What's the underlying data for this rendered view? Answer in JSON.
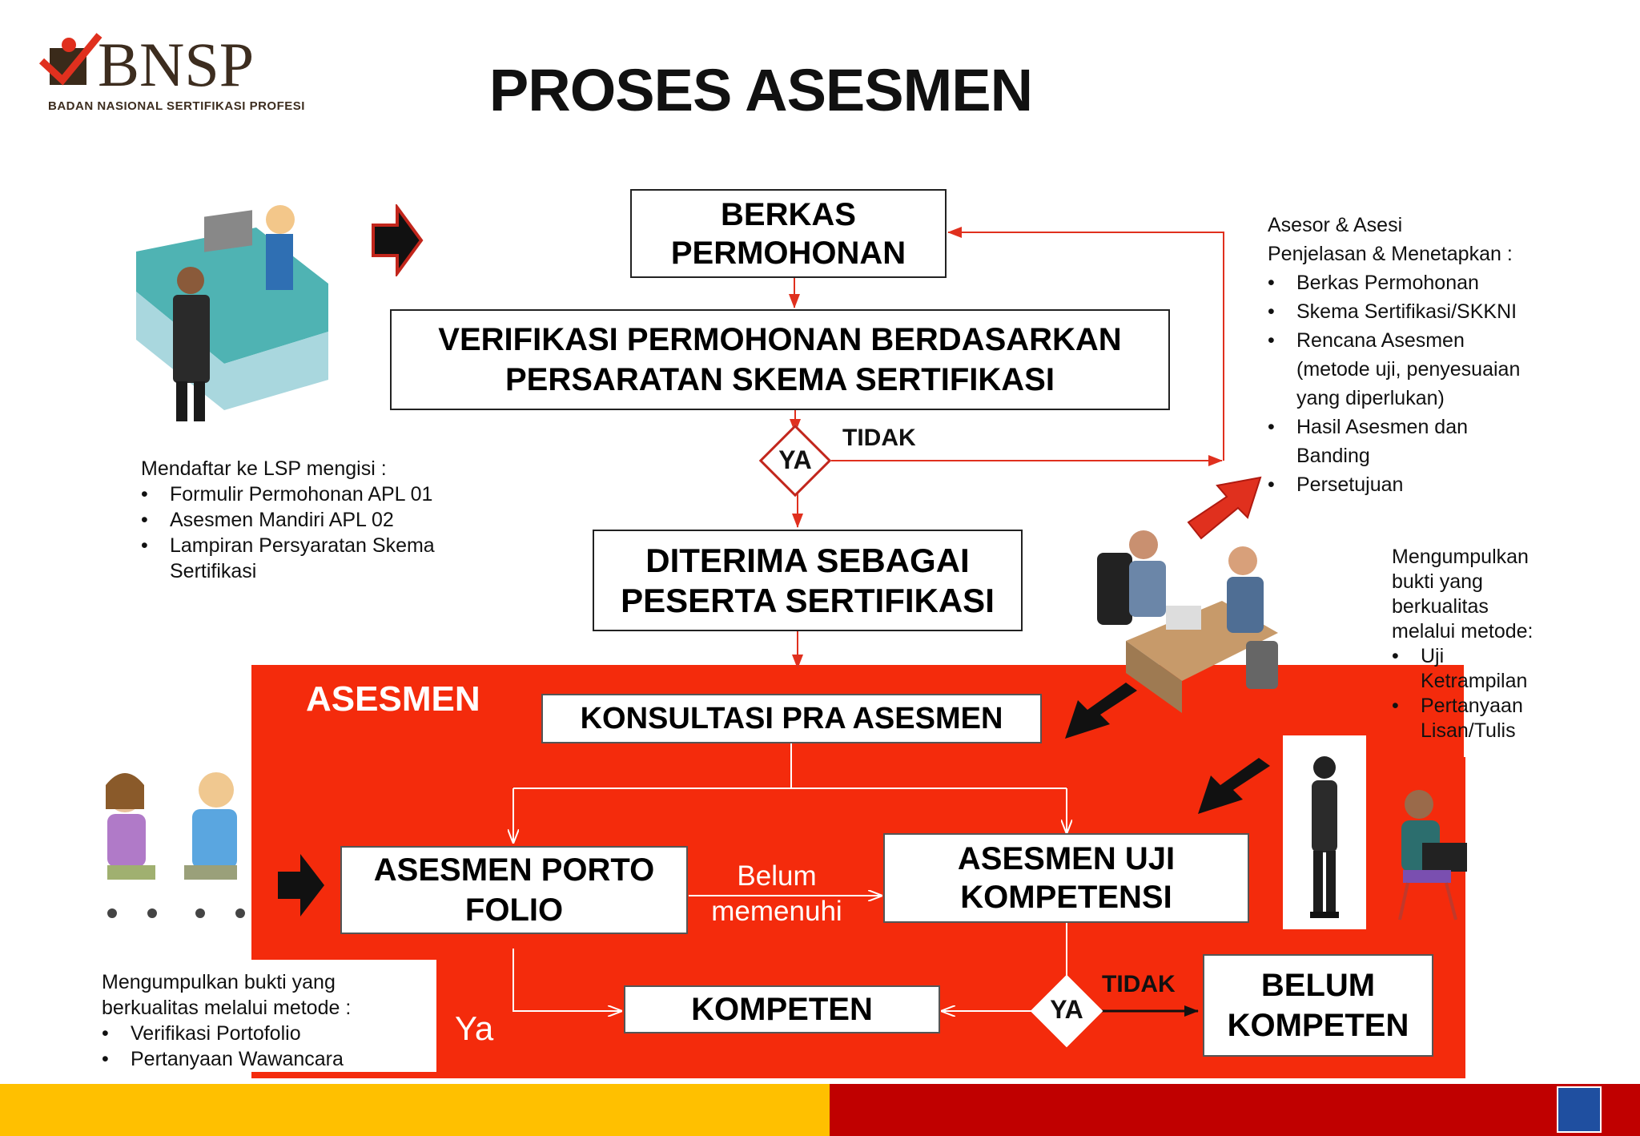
{
  "logo": {
    "name": "BNSP",
    "subtitle": "BADAN NASIONAL SERTIFIKASI PROFESI"
  },
  "title": "PROSES ASESMEN",
  "boxes": {
    "berkas": [
      "BERKAS",
      "PERMOHONAN"
    ],
    "verifikasi": [
      "VERIFIKASI PERMOHONAN BERDASARKAN",
      "PERSARATAN SKEMA SERTIFIKASI"
    ],
    "diterima": [
      "DITERIMA SEBAGAI",
      "PESERTA SERTIFIKASI"
    ],
    "konsultasi": "KONSULTASI PRA ASESMEN",
    "porto": [
      "ASESMEN PORTO",
      "FOLIO"
    ],
    "uji": [
      "ASESMEN UJI",
      "KOMPETENSI"
    ],
    "kompeten": "KOMPETEN",
    "belum": [
      "BELUM",
      "KOMPETEN"
    ]
  },
  "decisions": {
    "ya1": "YA",
    "tidak1": "TIDAK",
    "ya2": "YA",
    "tidak2": "TIDAK"
  },
  "labels": {
    "asesmen": "ASESMEN",
    "belum_memenuhi": [
      "Belum",
      "memenuhi"
    ],
    "ya_lower": "Ya"
  },
  "notes": {
    "mendaftar": {
      "heading": "Mendaftar ke LSP mengisi :",
      "items": [
        "Formulir Permohonan APL 01",
        "Asesmen Mandiri APL 02",
        "Lampiran Persyaratan Skema Sertifikasi"
      ]
    },
    "asesor": {
      "heading1": "Asesor & Asesi",
      "heading2": "Penjelasan & Menetapkan :",
      "items": [
        "Berkas Permohonan",
        "Skema Sertifikasi/SKKNI",
        "Rencana Asesmen (metode uji, penyesuaian yang diperlukan)",
        "Hasil Asesmen dan Banding",
        "Persetujuan"
      ]
    },
    "mengumpulkan_right": {
      "heading": "Mengumpulkan bukti yang berkualitas melalui metode:",
      "items": [
        "Uji Ketrampilan",
        "Pertanyaan Lisan/Tulis"
      ]
    },
    "mengumpulkan_left": {
      "heading": "Mengumpulkan bukti yang berkualitas melalui metode :",
      "items": [
        "Verifikasi Portofolio",
        "Pertanyaan Wawancara"
      ]
    }
  },
  "colors": {
    "accent_red": "#f42b0c",
    "arrow_red": "#e0301e",
    "footer_yellow": "#ffc000",
    "footer_red": "#c00000",
    "text": "#000000"
  }
}
